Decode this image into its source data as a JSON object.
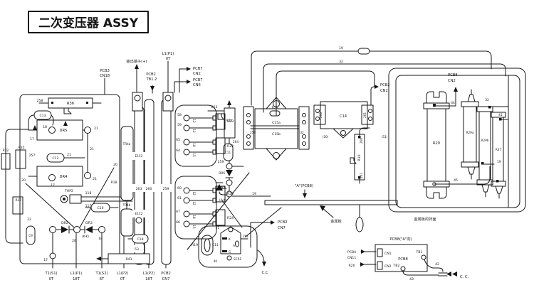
{
  "title": "二次变压器 ASSY",
  "colors": {
    "ink": "#161616",
    "bg": "#ffffff"
  },
  "t": {
    "title": "二次变压器 ASSY",
    "pcb3": "PCB3",
    "cn18": "CN18",
    "out_term": "输出端子(+)",
    "l1p1": "L1(P1)",
    "l1p1t": "0T",
    "pcb2": "PCB2",
    "tb12": "TB1.2",
    "pcb7": "PCB7",
    "cn2": "CN2",
    "pcb7b": "PCB7",
    "cn6": "CN6",
    "w19": "19",
    "w32": "32",
    "pcb2r": "PCB2",
    "cn2r": "CN2",
    "pcb8t": "PCB8",
    "cn2t": "CN2",
    "w258": "258",
    "r36": "R36",
    "c13": "C13",
    "n18": "18",
    "dr5": "DR5",
    "n21a": "21",
    "n17a": "17",
    "r35": "R35",
    "w257": "257",
    "c12": "C12",
    "n21c": "21",
    "n21b": "21",
    "dr4": "DR4",
    "n17b": "17",
    "n21d": "21",
    "n20a": "20",
    "r17": "R17",
    "n22": "22",
    "c9": "C9",
    "r32": "R32",
    "thp2": "THP2",
    "w118": "118",
    "w117": "117",
    "c10": "C10",
    "dr2": "DR2",
    "dr3": "DR3",
    "kk": "(K-K)",
    "n20b": "20",
    "n18b": "18",
    "n17c": "17",
    "n20c": "20",
    "r18": "R18",
    "tr4a": "TR4a",
    "tr4b": "TR4b",
    "e1c2a": "E1C2",
    "e1c2b": "E1C2",
    "w263a": "263",
    "w260a": "260",
    "w259a": "259",
    "c18": "C18",
    "n53": "53",
    "r41": "R41",
    "n58": "58",
    "n59": "59",
    "m58": "12",
    "m59": "12",
    "r23": "R23",
    "n65": "65",
    "n64": "64",
    "m65": "18",
    "m64": "15",
    "r22": "R22",
    "n60": "60",
    "n61": "61",
    "m60": "12",
    "m61": "12",
    "r25": "R25",
    "n67": "67",
    "n66": "66",
    "m67": "18",
    "m66": "15",
    "r24": "R24",
    "w263b": "263",
    "r40": "R40",
    "w264": "264",
    "c11a": "C11",
    "w259b": "259",
    "dr6": "DR6",
    "dr7": "DR7",
    "ak": "(A-K)",
    "w19b": "19",
    "r28": "R28",
    "c15a": "C15a",
    "c15b": "C15b",
    "w259c": "259",
    "w32b": "32",
    "w260b": "260",
    "n50": "(50)",
    "c14": "C14",
    "w261a": "261",
    "n51": "(51)",
    "r30": "R30",
    "w260c": "260",
    "w261b": "261",
    "a_pcb8": "\"A\"(PCB8)",
    "metal": "金属板",
    "metal_back": "金属板的背面",
    "r20": "R20",
    "r29a": "R29a",
    "r29b": "R29b",
    "r37": "R37",
    "w44": "44",
    "w45": "45",
    "w32c": "32",
    "w41": "41",
    "w19c": "19",
    "r19": "R19",
    "c11b": "C11",
    "n41": "41",
    "k": "K",
    "a": "A",
    "w261c": "261",
    "g": "G",
    "scr1": "SCR1",
    "n40": "40",
    "pcb2c": "PCB2",
    "cn7": "CN7",
    "cc1": "C.C",
    "pcb8a": "PCB8(\"A\"向)",
    "cn1": "CN1",
    "cn2b": "CN2",
    "pcb8b": "PCB8",
    "tb1": "TB1",
    "tb2": "TB2",
    "pcb4": "PCB4",
    "cn11": "CN11",
    "r20b": "R20",
    "w42": "42",
    "w43": "43",
    "cc2": "C. C.",
    "t1s1": "T1(S1)",
    "t1s1t": "0T",
    "l1p1b": "L1(P1)",
    "l1p1bt": "18T",
    "t1s2": "T1(S2)",
    "t1s2t": "6T",
    "l1p2": "L1(P2)",
    "l1p2t": "0T",
    "l1p2b": "L1(P2)",
    "l1p2bt": "18T",
    "pcb2d": "PCB2",
    "cn7b": "CN7"
  }
}
